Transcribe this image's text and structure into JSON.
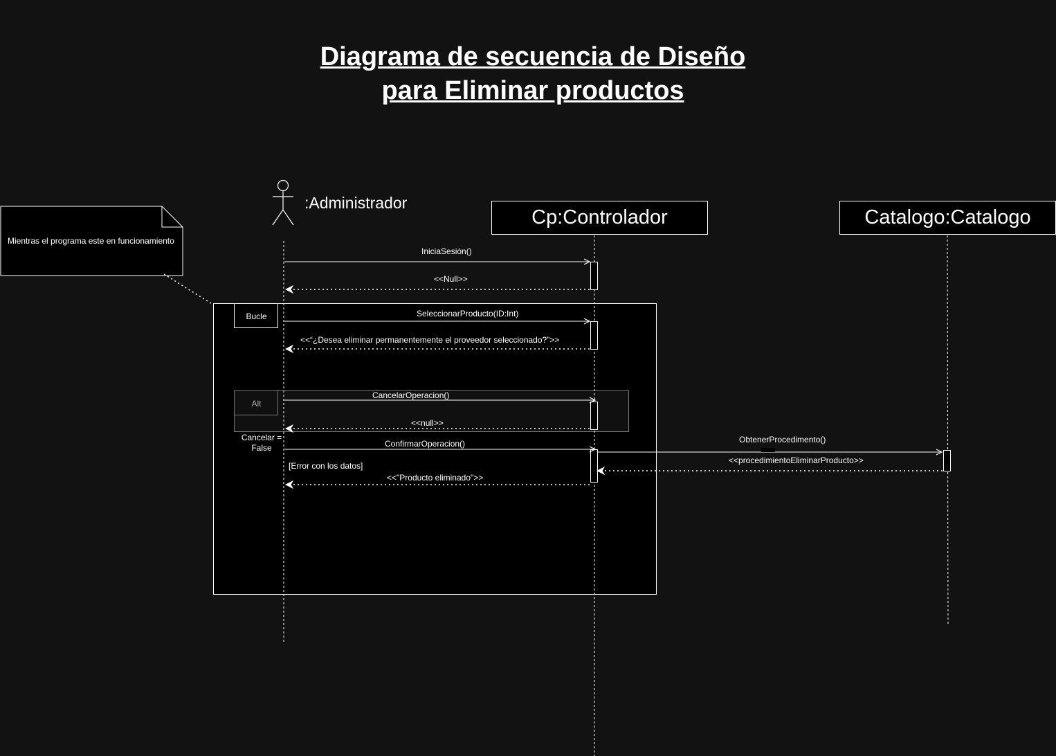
{
  "diagram": {
    "title_line1": "Diagrama de secuencia de Diseño",
    "title_line2": "para Eliminar productos",
    "actor": {
      "name": ":Administrador"
    },
    "lifelines": {
      "controlador": ":Controlador",
      "controlador_full": "Cp:Controlador",
      "catalogo_full": "Catalogo:Catalogo"
    },
    "note": {
      "text": "Mientras el programa este en funcionamiento"
    },
    "frames": {
      "loop_label": "Bucle",
      "alt_label": "Alt",
      "guard_cancel": "Cancelar = False",
      "guard_error": "[Error con los datos]"
    },
    "messages": {
      "m1": "IniciaSesión()",
      "m2": "<<Null>>",
      "m3": "SeleccionarProducto(ID:Int)",
      "m4": "<<“¿Desea eliminar permanentemente el proveedor seleccionado?”>>",
      "m5": "CancelarOperacion()",
      "m6": "<<null>>",
      "m7": "ConfirmarOperacion()",
      "m8": "ObtenerProcedimento()",
      "m9": "<<procedimientoEliminarProducto>>",
      "m10": "<<\"Producto eliminado\">>"
    },
    "colors": {
      "background": "#121212",
      "box": "#000000",
      "line": "#ffffff",
      "alt_border": "#777777"
    }
  }
}
